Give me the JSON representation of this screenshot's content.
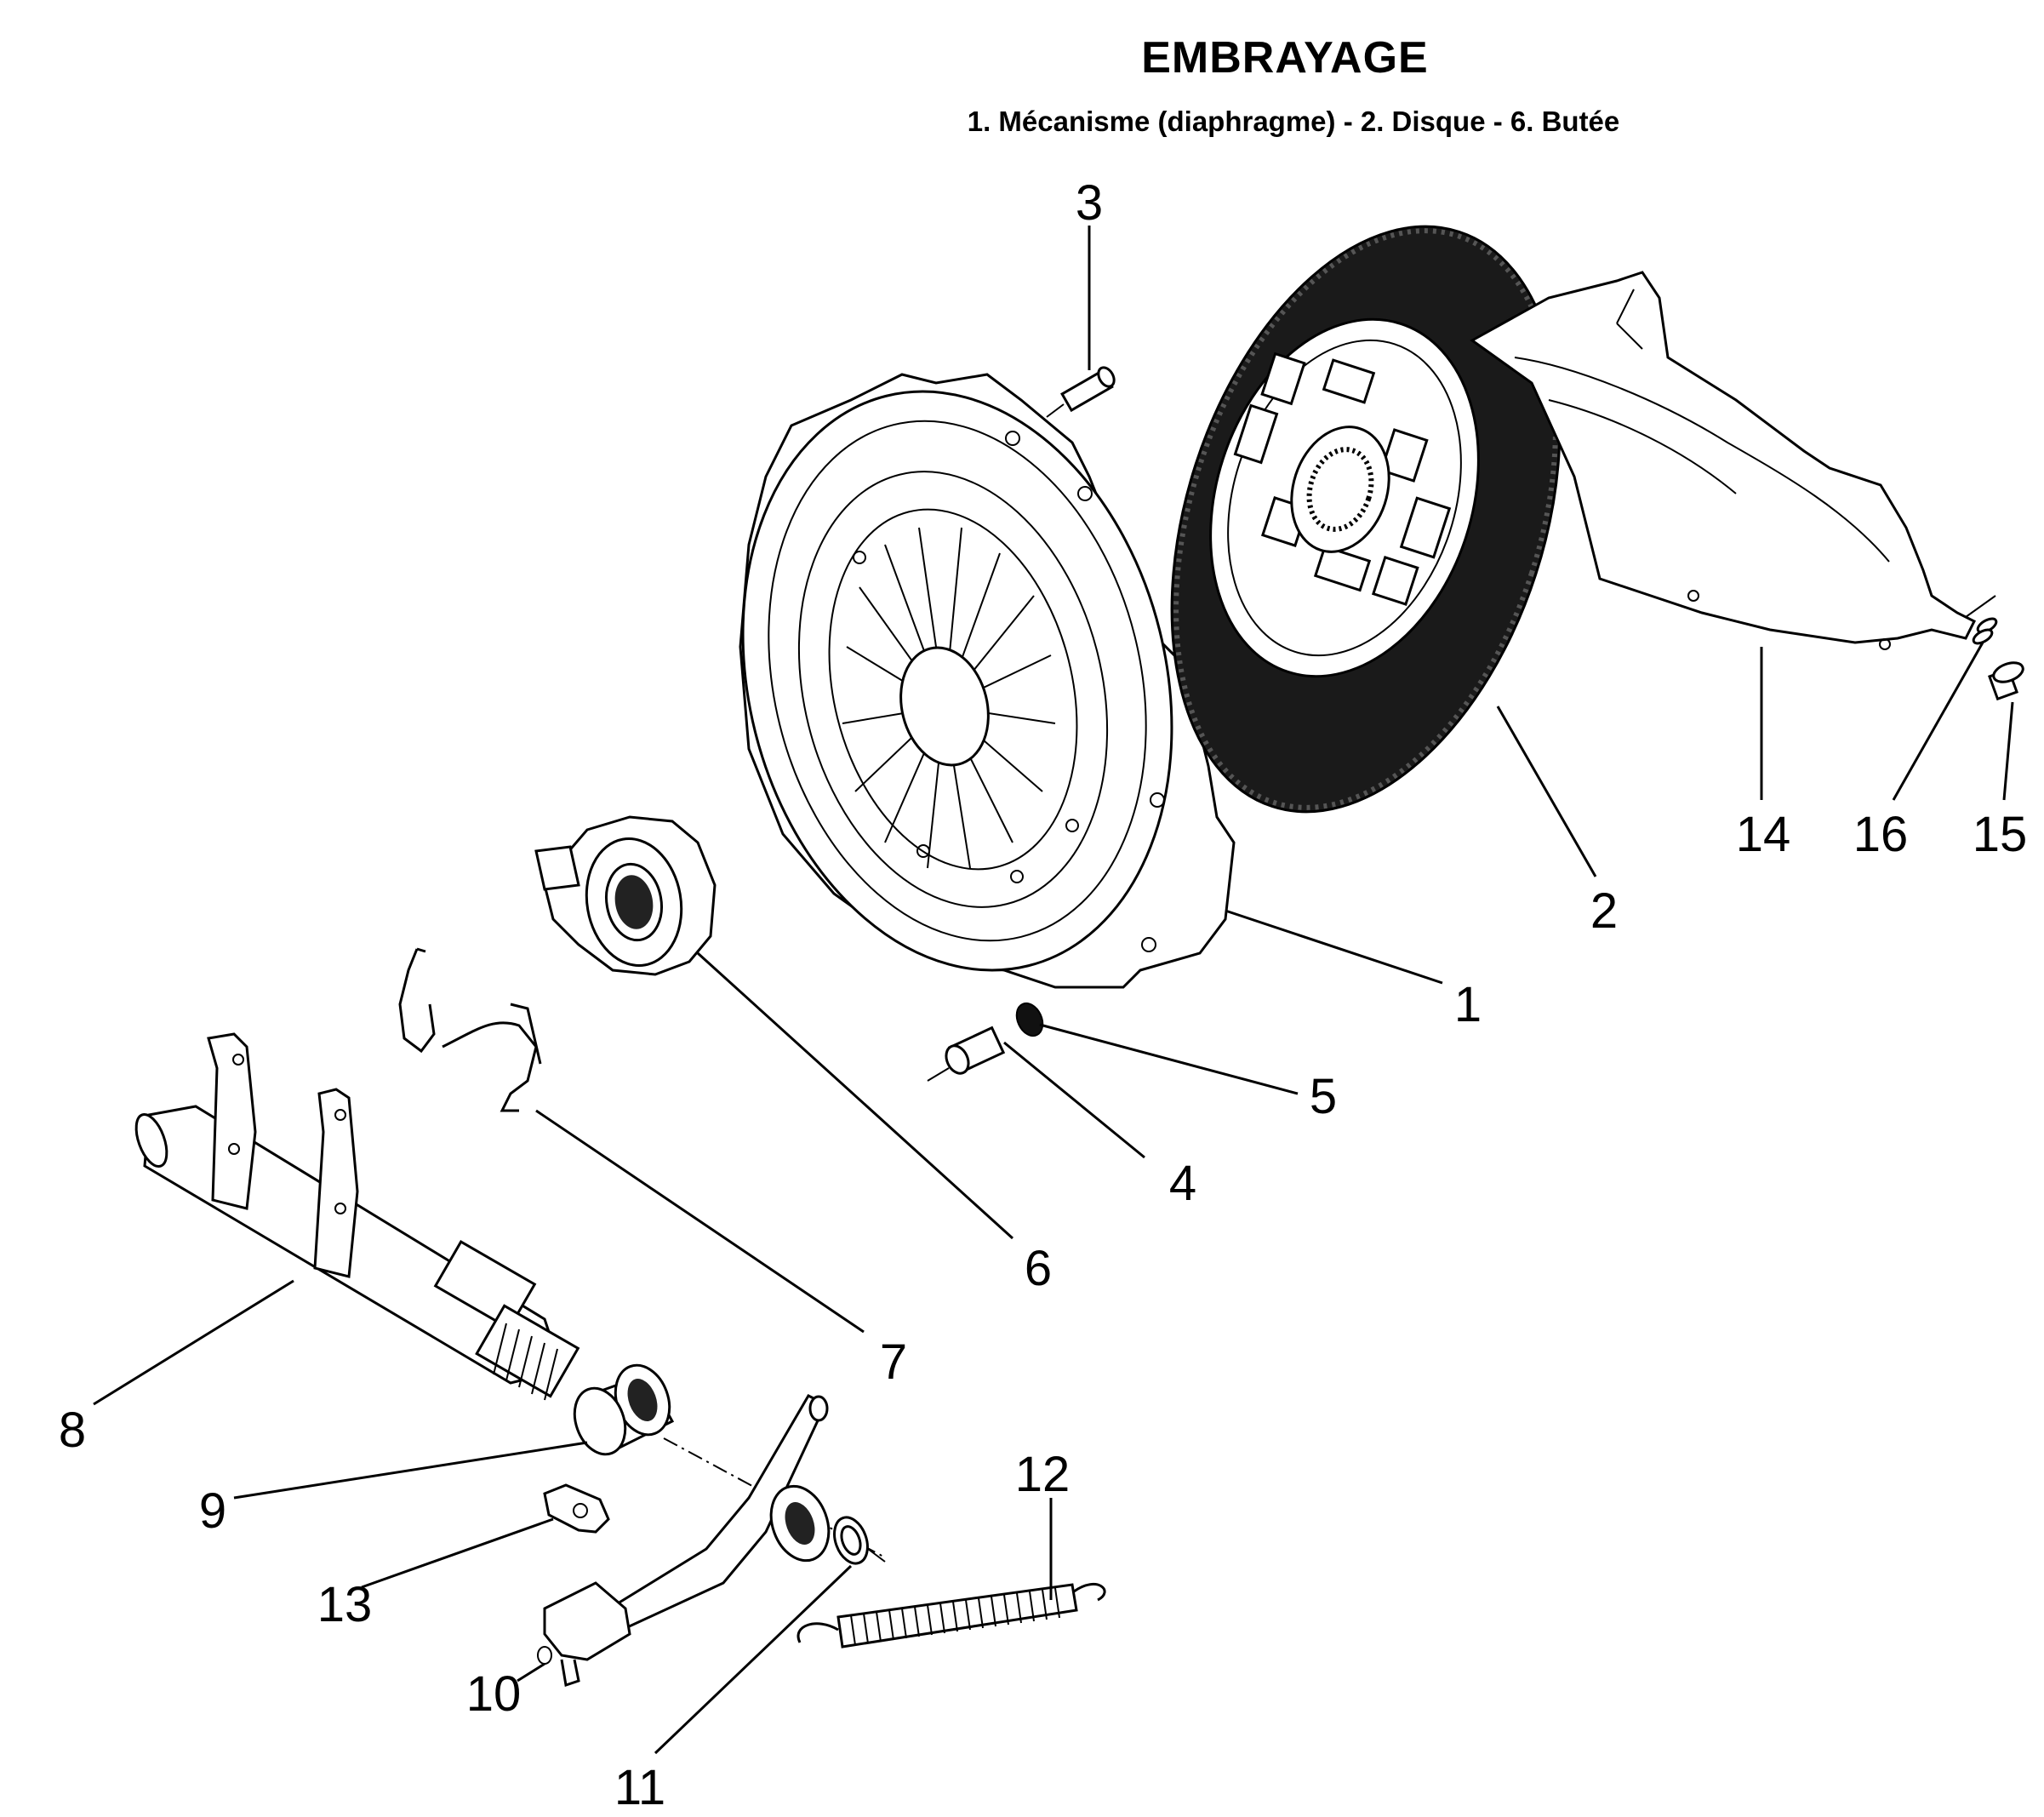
{
  "title": "EMBRAYAGE",
  "subtitle": "1. Mécanisme (diaphragme) - 2. Disque - 6. Butée",
  "callouts": [
    {
      "id": "c1",
      "label": "1"
    },
    {
      "id": "c2",
      "label": "2"
    },
    {
      "id": "c3",
      "label": "3"
    },
    {
      "id": "c4",
      "label": "4"
    },
    {
      "id": "c5",
      "label": "5"
    },
    {
      "id": "c6",
      "label": "6"
    },
    {
      "id": "c7",
      "label": "7"
    },
    {
      "id": "c8",
      "label": "8"
    },
    {
      "id": "c9",
      "label": "9"
    },
    {
      "id": "c10",
      "label": "10"
    },
    {
      "id": "c11",
      "label": "11"
    },
    {
      "id": "c12",
      "label": "12"
    },
    {
      "id": "c13",
      "label": "13"
    },
    {
      "id": "c14",
      "label": "14"
    },
    {
      "id": "c15",
      "label": "15"
    },
    {
      "id": "c16",
      "label": "16"
    }
  ]
}
